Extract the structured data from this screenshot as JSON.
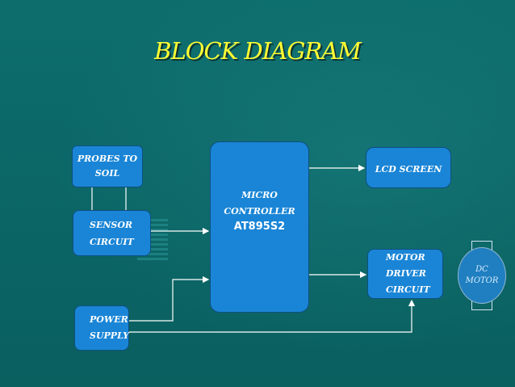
{
  "slide": {
    "title": "BLOCK DIAGRAM",
    "title_color": "#ffff33",
    "background_color": "#0b6666"
  },
  "blocks": {
    "probes": {
      "line1": "PROBES TO",
      "line2": "SOIL"
    },
    "sensor": {
      "line1": "SENSOR",
      "line2": "CIRCUIT"
    },
    "power": {
      "line1": "POWER",
      "line2": "SUPPLY"
    },
    "micro": {
      "line1": "MICRO",
      "line2": "CONTROLLER",
      "line3": "AT895S2"
    },
    "lcd": {
      "line1": "LCD SCREEN"
    },
    "motor_driver": {
      "line1": "MOTOR",
      "line2": "DRIVER",
      "line3": "CIRCUIT"
    },
    "dc_motor": {
      "line1": "DC",
      "line2": "MOTOR"
    }
  },
  "colors": {
    "block_fill": "#1a85d6",
    "wire": "#ffffff"
  }
}
